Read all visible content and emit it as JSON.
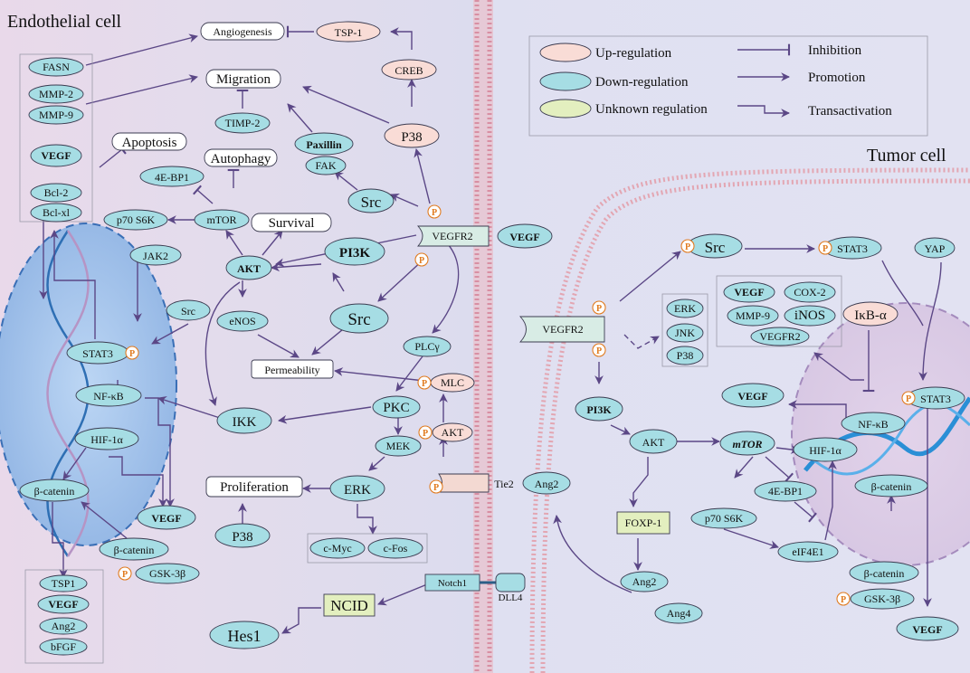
{
  "regions": {
    "endothelial_title": "Endothelial cell",
    "tumor_title": "Tumor cell"
  },
  "legend": {
    "up": "Up-regulation",
    "down": "Down-regulation",
    "unknown": "Unknown regulation",
    "inhibition": "Inhibition",
    "promotion": "Promotion",
    "transactivation": "Transactivation"
  },
  "colors": {
    "up": "#f9dcd6",
    "down": "#a6dde4",
    "unknown": "#e3efbf",
    "arrow": "#5b4786",
    "phospho": "#e07b20"
  },
  "phospho_label": "P",
  "outcomes": {
    "angiogenesis": "Angiogenesis",
    "migration": "Migration",
    "apoptosis": "Apoptosis",
    "autophagy": "Autophagy",
    "survival": "Survival",
    "permeability": "Permeability",
    "proliferation": "Proliferation"
  },
  "endo_box": [
    "FASN",
    "MMP-2",
    "MMP-9",
    "VEGF",
    "Bcl-2",
    "Bcl-xl"
  ],
  "endo_bottom_box": [
    "TSP1",
    "VEGF",
    "Ang2",
    "bFGF"
  ],
  "nodes": {
    "tsp1": "TSP-1",
    "creb": "CREB",
    "p38_up": "P38",
    "timp2": "TIMP-2",
    "paxillin": "Paxillin",
    "fak": "FAK",
    "ebp1": "4E-BP1",
    "p70": "p70 S6K",
    "mtor": "mTOR",
    "src_a": "Src",
    "akt": "AKT",
    "pi3k": "PI3K",
    "src_b": "Src",
    "vegfr2": "VEGFR2",
    "vegf_lig": "VEGF",
    "jak2": "JAK2",
    "src_c": "Src",
    "stat3": "STAT3",
    "nfkb": "NF-κB",
    "hif1a": "HIF-1α",
    "bcat": "β-catenin",
    "enos": "eNOS",
    "plcg": "PLCγ",
    "mlc": "MLC",
    "pkc": "PKC",
    "ikk": "IKK",
    "akt2": "AKT",
    "mek": "MEK",
    "erk": "ERK",
    "cmyc": "c-Myc",
    "cfos": "c-Fos",
    "p38_low": "P38",
    "vegf_nuc": "VEGF",
    "bcat2": "β-catenin",
    "gsk": "GSK-3β",
    "tie2": "Tie2",
    "ang2_lig": "Ang2",
    "notch1": "Notch1",
    "dll4": "DLL4",
    "ncid": "NCID",
    "hes1": "Hes1"
  },
  "tumor": {
    "src": "Src",
    "stat3": "STAT3",
    "yap": "YAP",
    "vegfr2": "VEGFR2",
    "erk": "ERK",
    "jnk": "JNK",
    "p38": "P38",
    "box": [
      "VEGF",
      "COX-2",
      "MMP-9",
      "iNOS",
      "VEGFR2"
    ],
    "ikba": "IκB-α",
    "vegf_out": "VEGF",
    "nfkb": "NF-κB",
    "stat3_nuc": "STAT3",
    "pi3k": "PI3K",
    "akt": "AKT",
    "mtor": "mTOR",
    "hif1a": "HIF-1α",
    "ebp1": "4E-BP1",
    "p70": "p70 S6K",
    "eif4e1": "eIF4E1",
    "bcat_nuc": "β-catenin",
    "foxp1": "FOXP-1",
    "ang2": "Ang2",
    "ang4": "Ang4",
    "bcat": "β-catenin",
    "gsk": "GSK-3β",
    "vegf_bottom": "VEGF"
  }
}
